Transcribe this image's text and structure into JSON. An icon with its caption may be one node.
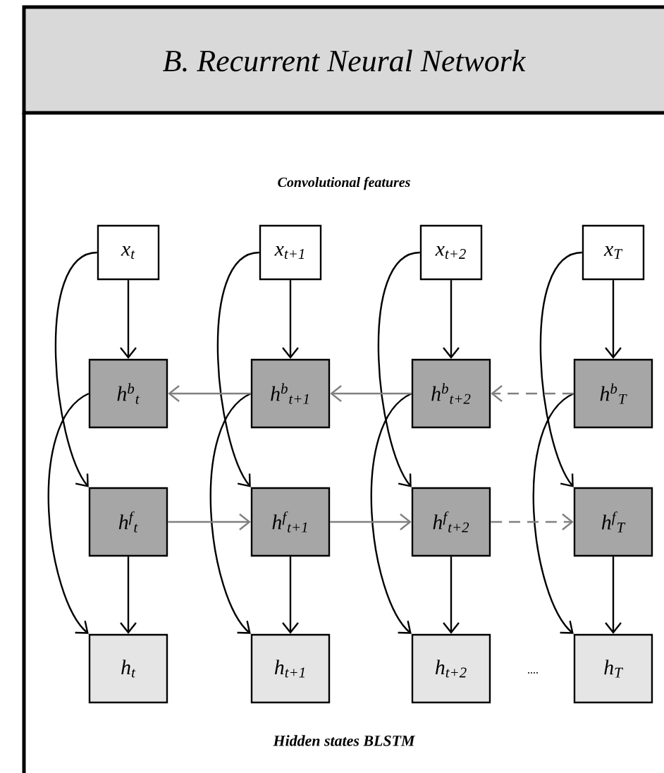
{
  "diagram": {
    "title": "B. Recurrent Neural Network",
    "nodes": [
      {
        "text": [
          "x$_{t}$"
        ]
      },
      {
        "text": [
          "x$_{t+1}$"
        ]
      },
      {
        "text": [
          "x$_{t+2}$"
        ]
      },
      {
        "text": [
          "x$_{T}$"
        ]
      },
      {
        "text": [
          "h$^{b}$$_{t}$"
        ]
      },
      {
        "text": [
          "h$^{b}$$_{t+1}$"
        ]
      },
      {
        "text": [
          "h$^{b}$$_{t+2}$"
        ]
      },
      {
        "text": [
          "h$^{b}$$_{T}$"
        ]
      },
      {
        "text": [
          "h$^{f}$$_{t}$"
        ]
      },
      {
        "text": [
          "h$^{f}$$_{t+1}$"
        ]
      },
      {
        "text": [
          "h$^{f}$$_{t+2}$"
        ]
      },
      {
        "text": [
          "h$^{f}$$_{T}$"
        ]
      },
      {
        "text": [
          "h$_{t}$"
        ]
      },
      {
        "text": [
          "h$_{t+1}$"
        ]
      },
      {
        "text": [
          "h$_{t+2}$"
        ]
      },
      {
        "text": [
          "h$_{T}$"
        ]
      }
    ],
    "edges": [
      {
        "from": 0,
        "to": 4,
        "arrow": "to"
      },
      {
        "from": 0,
        "to": 8,
        "arrow": "to"
      },
      {
        "from": 4,
        "to": 12,
        "arrow": "to"
      },
      {
        "from": 8,
        "to": 12,
        "arrow": "to"
      },
      {
        "from": 1,
        "to": 5,
        "arrow": "to"
      },
      {
        "from": 1,
        "to": 9,
        "arrow": "to"
      },
      {
        "from": 5,
        "to": 13,
        "arrow": "to"
      },
      {
        "from": 9,
        "to": 13,
        "arrow": "to"
      },
      {
        "from": 2,
        "to": 6,
        "arrow": "to"
      },
      {
        "from": 2,
        "to": 10,
        "arrow": "to"
      },
      {
        "from": 6,
        "to": 14,
        "arrow": "to"
      },
      {
        "from": 10,
        "to": 14,
        "arrow": "to"
      },
      {
        "from": 3,
        "to": 7,
        "arrow": "to"
      },
      {
        "from": 3,
        "to": 11,
        "arrow": "to"
      },
      {
        "from": 7,
        "to": 15,
        "arrow": "to"
      },
      {
        "from": 11,
        "to": 15,
        "arrow": "to"
      },
      {
        "from": 5,
        "to": 4,
        "arrow": "to",
        "color": "#808080"
      },
      {
        "from": 6,
        "to": 5,
        "arrow": "to",
        "color": "#808080"
      },
      {
        "from": 7,
        "to": 6,
        "arrow": "to",
        "style": "dashed",
        "color": "#808080"
      },
      {
        "from": 8,
        "to": 9,
        "arrow": "to",
        "color": "#808080"
      },
      {
        "from": 9,
        "to": 10,
        "arrow": "to",
        "color": "#808080"
      },
      {
        "from": 10,
        "to": 11,
        "arrow": "to",
        "style": "dashed",
        "color": "#808080"
      }
    ],
    "labels": [
      "Convolutional features",
      "....",
      "Hidden states BLSTM"
    ]
  }
}
